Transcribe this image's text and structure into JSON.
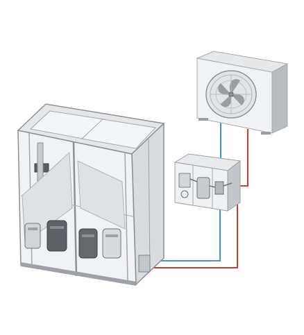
{
  "diagram": {
    "components": [
      {
        "id": "indoor-unit",
        "kind": "cabinet-with-compressors",
        "compressor_count": 4
      },
      {
        "id": "outdoor-unit",
        "kind": "fan-condenser"
      },
      {
        "id": "heat-exchanger-module",
        "kind": "box-with-piping"
      }
    ],
    "connections": [
      {
        "from": "outdoor-unit",
        "to": "heat-exchanger-module",
        "line": "cold"
      },
      {
        "from": "outdoor-unit",
        "to": "heat-exchanger-module",
        "line": "hot"
      },
      {
        "from": "indoor-unit",
        "to": "heat-exchanger-module",
        "line": "cold"
      },
      {
        "from": "indoor-unit",
        "to": "heat-exchanger-module",
        "line": "hot"
      }
    ],
    "colors": {
      "cold_line": "#4a90c8",
      "hot_line": "#cc3b2e",
      "frame": "#8c8f94",
      "panel": "#e9ecef",
      "dark": "#55585d"
    }
  }
}
